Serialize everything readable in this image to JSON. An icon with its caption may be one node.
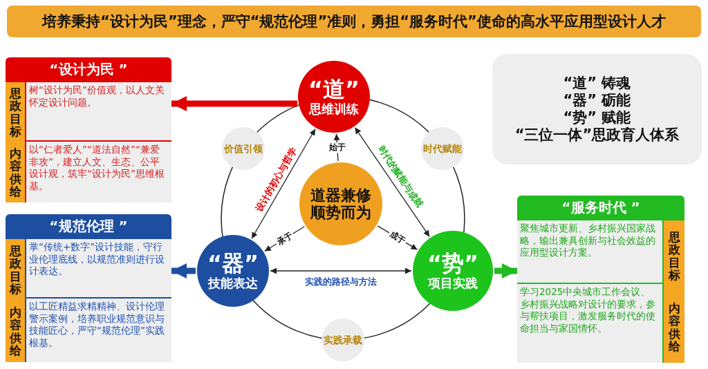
{
  "diagram": {
    "title": "培养秉持“设计为民”理念，严守“规范伦理”准则，勇担“服务时代”使命的高水平应用型设计人才",
    "nodes": [
      {
        "text": [
          "“设计为民 ”"
        ]
      },
      {
        "text": [
          "思政目标",
          "内容供给"
        ],
        "in": 0
      },
      {
        "text": [
          "树“设计为民”价值观，以人文关怀定设计问题。"
        ],
        "in": 0
      },
      {
        "text": [
          "以“仁者爱人”“道法自然”“兼爱非攻”，建立人文、生态、公平设计观，筑牢“设计为民”思维根基。"
        ],
        "in": 0
      },
      {
        "text": [
          "“规范伦理 ”"
        ]
      },
      {
        "text": [
          "思政目标",
          "内容供给"
        ],
        "in": 4
      },
      {
        "text": [
          "掌“传统+数字”设计技能，守行业伦理底线，以规范准则进行设计表达。"
        ],
        "in": 4
      },
      {
        "text": [
          "以工匠精益求精精神、设计伦理警示案例，培养职业规范意识与技能匠心，严守“规范伦理”实践根基。"
        ],
        "in": 4
      },
      {
        "text": [
          "“道”",
          "思维训练"
        ]
      },
      {
        "text": [
          "“器”",
          "技能表达"
        ]
      },
      {
        "text": [
          "“势”",
          "项目实践"
        ]
      },
      {
        "text": [
          "道器兼修顺势而为"
        ]
      },
      {
        "text": [
          "价值引领"
        ]
      },
      {
        "text": [
          "时代赋能"
        ]
      },
      {
        "text": [
          "实践承载"
        ]
      },
      {
        "text": [
          "“道” 铸魂",
          "“器” 砺能",
          "“势” 赋能",
          "“三位一体”思政育人体系"
        ]
      },
      {
        "text": [
          "“服务时代 ”"
        ]
      },
      {
        "text": [
          "聚焦城市更新、乡村振兴国家战略，输出兼具创新与社会效益的应用型设计方案。"
        ],
        "in": 16
      },
      {
        "text": [
          "学习2025中央城市工作会议、乡村振兴战略对设计的要求，参与帮扶项目，激发服务时代的使命担当与家国情怀。"
        ],
        "in": 16
      },
      {
        "text": [
          "思政目标",
          "内容供给"
        ],
        "in": 16
      }
    ],
    "edges": [
      {
        "from": 8,
        "to": 0,
        "arrow": "to",
        "style": "thick",
        "color": "#e00000"
      },
      {
        "from": 9,
        "to": 4,
        "arrow": "to",
        "style": "thick",
        "color": "#1d4ea0"
      },
      {
        "from": 10,
        "to": 16,
        "arrow": "to",
        "style": "thick",
        "color": "#22bb22"
      },
      {
        "from": 9,
        "to": 8,
        "arrow": "both",
        "label": "设计的初心与哲学"
      },
      {
        "from": 8,
        "to": 10,
        "arrow": "both",
        "label": "时代的赋能与成就"
      },
      {
        "from": 9,
        "to": 10,
        "arrow": "both",
        "label": "实践的路径与方法"
      },
      {
        "from": 11,
        "to": 8,
        "arrow": "to",
        "label": "始于"
      },
      {
        "from": 11,
        "to": 9,
        "arrow": "to",
        "label": "承于"
      },
      {
        "from": 11,
        "to": 10,
        "arrow": "to",
        "label": "成于"
      }
    ]
  }
}
